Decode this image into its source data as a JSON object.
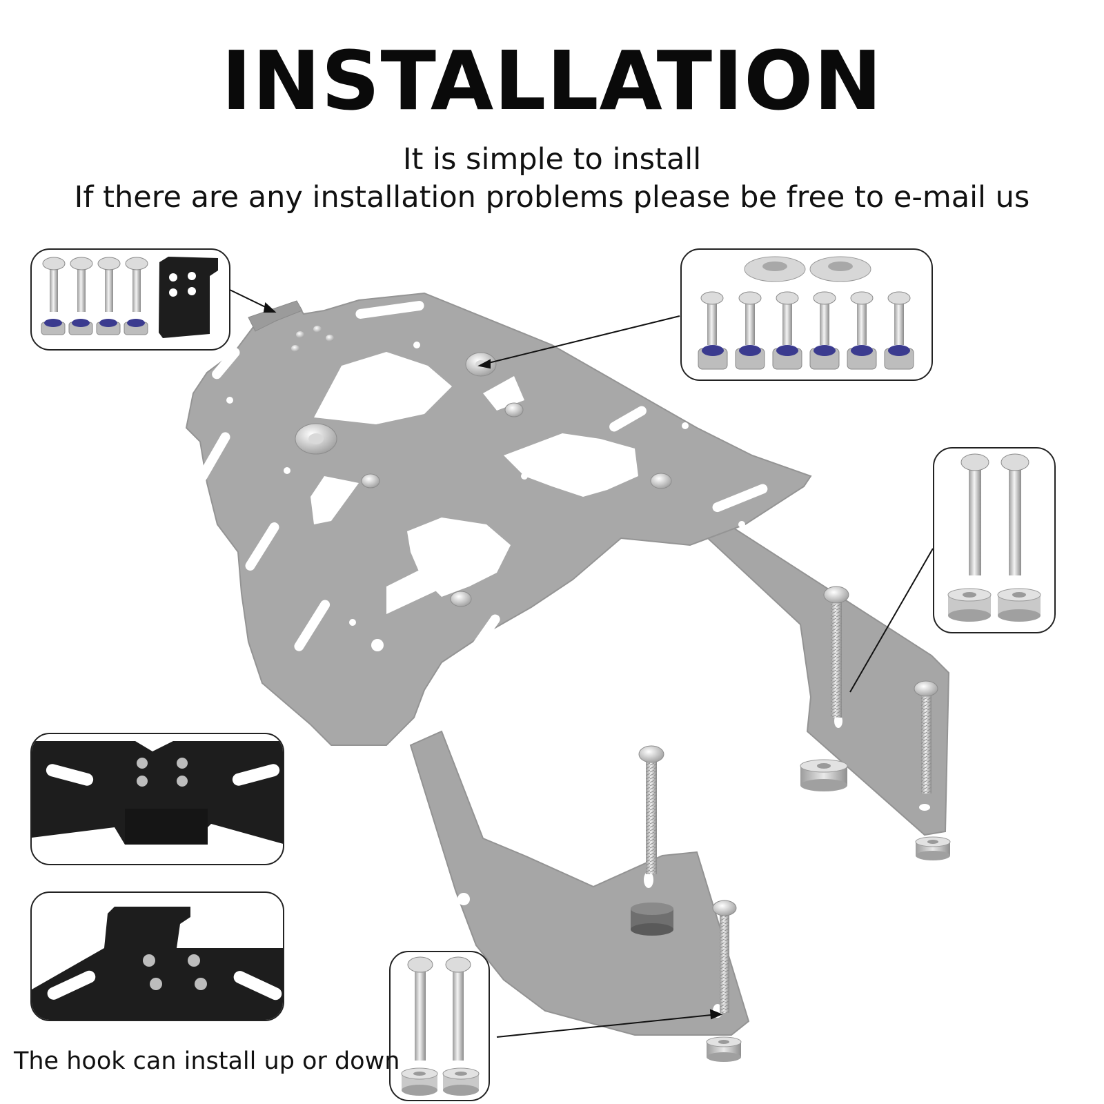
{
  "heading": {
    "title": "INSTALLATION",
    "line1": "It is simple to install",
    "line2": "If there are any installation problems please be free to e-mail us"
  },
  "caption": "The hook can install up or down",
  "colors": {
    "rack": "#a7a7a7",
    "rack_edge": "#8f8f8f",
    "hook_black": "#1d1d1d",
    "nut_insert": "#3b3b8f",
    "bolt": "#cfcfcf",
    "panel_border": "#222222"
  },
  "panels": [
    {
      "name": "hook-hardware-panel",
      "contents": "4 bolts, 4 nuts, black hook"
    },
    {
      "name": "top-hardware-panel",
      "contents": "2 spacers, 6 bolts, 6 nuts"
    },
    {
      "name": "rear-bolt-panel",
      "contents": "2 long bolts, 2 spacers"
    },
    {
      "name": "hook-down-detail-panel",
      "contents": "hook mounted down"
    },
    {
      "name": "hook-up-detail-panel",
      "contents": "hook mounted up"
    },
    {
      "name": "front-bolt-panel",
      "contents": "2 long bolts, 2 spacers"
    }
  ]
}
